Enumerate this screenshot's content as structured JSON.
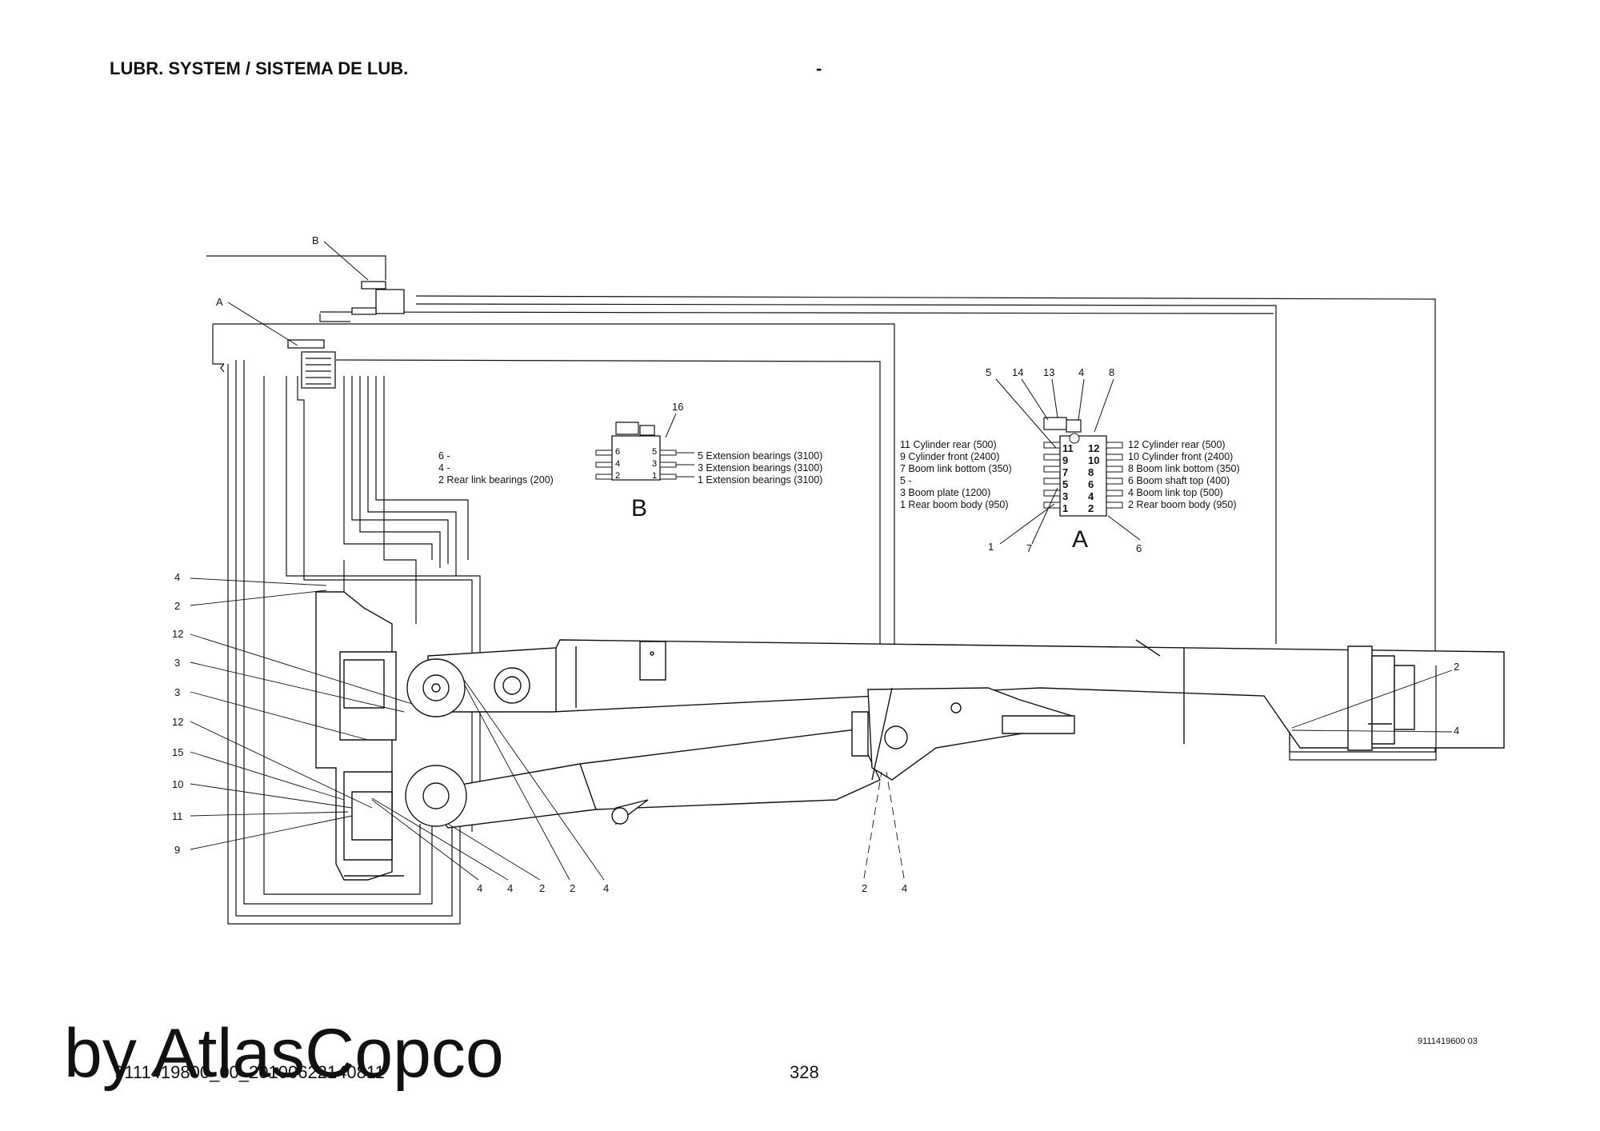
{
  "header": {
    "title": "LUBR. SYSTEM / SISTEMA DE LUB.",
    "dash": "-"
  },
  "footer": {
    "watermark": "by AtlasCopco",
    "doc_code": "9111419800_00_20100622140811",
    "page_number": "328",
    "drawing_number": "9111419600 03"
  },
  "block_b": {
    "letter": "B",
    "callout": "16",
    "left_legend": [
      "6 -",
      "4 -",
      "2 Rear link bearings (200)"
    ],
    "right_legend": [
      "5 Extension bearings (3100)",
      "3 Extension bearings (3100)",
      "1 Extension bearings (3100)"
    ],
    "port_numbers": [
      "6",
      "4",
      "2",
      "5",
      "3",
      "1"
    ]
  },
  "block_a": {
    "letter": "A",
    "top_callouts": [
      "5",
      "14",
      "13",
      "4",
      "8"
    ],
    "bottom_callouts": [
      "1",
      "7",
      "6"
    ],
    "left_legend": [
      "11 Cylinder rear (500)",
      "9 Cylinder front (2400)",
      "7 Boom link bottom (350)",
      "5 -",
      "3 Boom plate (1200)",
      "1 Rear boom body (950)"
    ],
    "right_legend": [
      "12 Cylinder rear (500)",
      "10 Cylinder front (2400)",
      "8 Boom link bottom (350)",
      "6 Boom shaft top (400)",
      "4 Boom link top (500)",
      "2 Rear boom body (950)"
    ],
    "port_left": [
      "11",
      "9",
      "7",
      "5",
      "3",
      "1"
    ],
    "port_right": [
      "12",
      "10",
      "8",
      "6",
      "4",
      "2"
    ]
  },
  "overview": {
    "label_a": "A",
    "label_b": "B"
  },
  "callouts": {
    "left": [
      "4",
      "2",
      "12",
      "3",
      "3",
      "12",
      "15",
      "10",
      "11",
      "9"
    ],
    "bottom": [
      "4",
      "4",
      "2",
      "2",
      "4"
    ],
    "mid": [
      "2",
      "4"
    ],
    "right": [
      "2",
      "4"
    ]
  }
}
